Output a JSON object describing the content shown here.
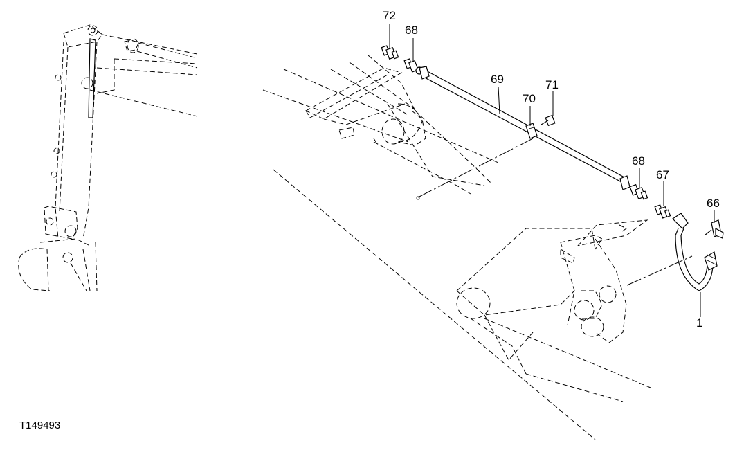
{
  "figure_id": "T149493",
  "callouts": [
    {
      "id": "callout-72",
      "text": "72"
    },
    {
      "id": "callout-68-top",
      "text": "68"
    },
    {
      "id": "callout-69",
      "text": "69"
    },
    {
      "id": "callout-71",
      "text": "71"
    },
    {
      "id": "callout-70",
      "text": "70"
    },
    {
      "id": "callout-68-right",
      "text": "68"
    },
    {
      "id": "callout-67",
      "text": "67"
    },
    {
      "id": "callout-66",
      "text": "66"
    },
    {
      "id": "callout-1",
      "text": "1"
    }
  ]
}
